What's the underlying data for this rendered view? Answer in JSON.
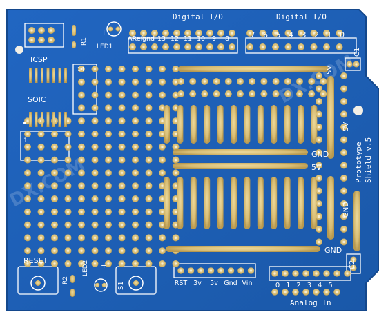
{
  "board": {
    "colors": {
      "substrate": "#1c5fb4",
      "substrate_edge": "#14488c",
      "pad": "#dcc27e",
      "pad_rim": "#b99a52",
      "hole": "#f3ecd5",
      "silk": "#ffffff"
    },
    "labels": {
      "digital_io_left": "Digital I/O",
      "digital_io_right": "Digital I/O",
      "header_left_pins": [
        "ARef",
        "gnd",
        "13",
        "12",
        "11",
        "10",
        "9",
        "8"
      ],
      "header_right_pins": [
        "7",
        "6",
        "5",
        "4",
        "3",
        "2",
        "1",
        "0"
      ],
      "icsp": "ICSP",
      "soic": "SOIC",
      "soic_pin14": "14",
      "soic_pin1": "1",
      "r1": "R1",
      "led1": "LED1",
      "plus_led1": "+",
      "c1": "C1",
      "c2": "C2",
      "five_v_top": "5V",
      "five_v_rail": "5V",
      "five_v_mid": "5V",
      "gnd_top": "GND",
      "gnd_mid": "GND",
      "gnd_bottom": "GND",
      "title_line1": "Prototype",
      "title_line2": "Shield v.5",
      "reset": "RESET",
      "r2": "R2",
      "led2": "LED2",
      "plus_led2": "+",
      "s1": "S1",
      "power_pins": [
        "RST",
        "3v",
        "5v",
        "Gnd",
        "Vin"
      ],
      "analog_pins": [
        "0",
        "1",
        "2",
        "3",
        "4",
        "5"
      ],
      "analog_in": "Analog In",
      "watermark_1": "DX.COM",
      "watermark_2": "DX.COM"
    },
    "icons": [
      "pcb-board",
      "through-hole-pad",
      "pushbutton-icon",
      "led-icon"
    ]
  }
}
